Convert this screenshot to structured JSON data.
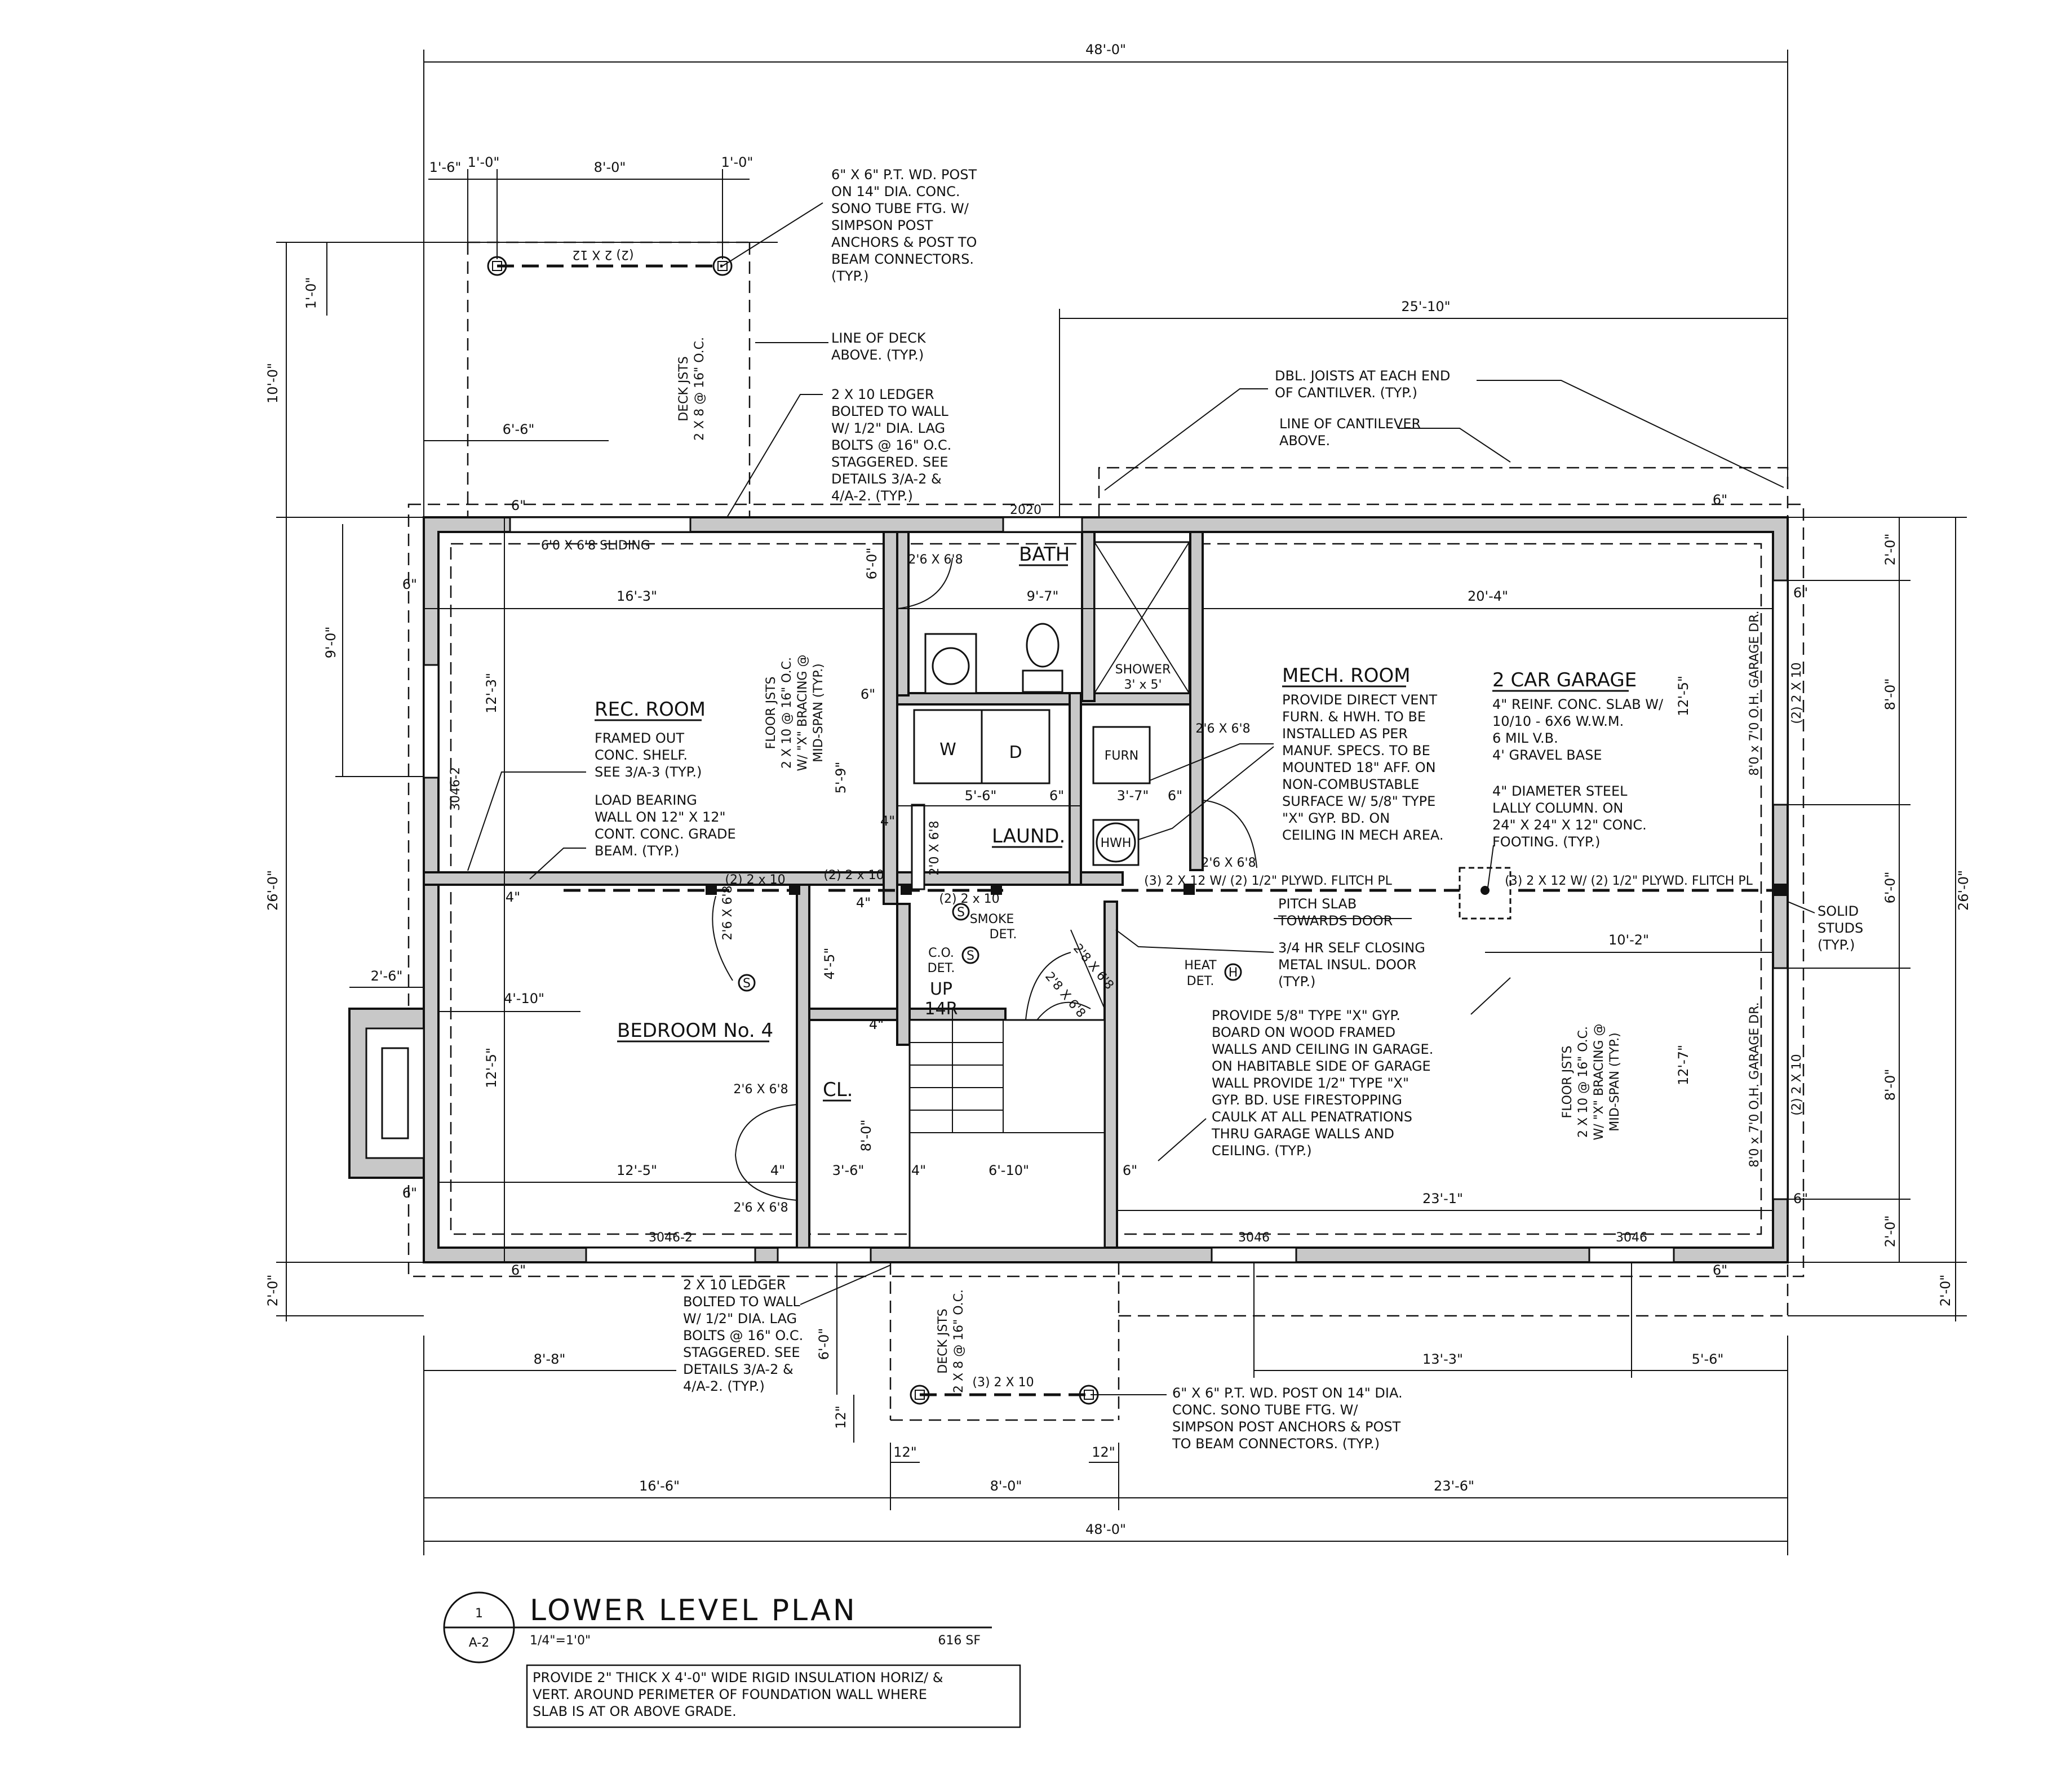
{
  "dims": {
    "overall_top": "48'-0\"",
    "overall_bottom": "48'-0\"",
    "deck_left_1_6": "1'-6\"",
    "deck_1_0_a": "1'-0\"",
    "deck_8_0": "8'-0\"",
    "deck_1_0_b": "1'-0\"",
    "deck_vert_1_0": "1'-0\"",
    "deck_depth_10_0": "10'-0\"",
    "deck_6_6": "6'-6\"",
    "cantilever_25_10": "25'-10\"",
    "left_9_0": "9'-0\"",
    "left_26_0": "26'-0\"",
    "left_2_0": "2'-0\"",
    "right_26_0": "26'-0\"",
    "right_2_0_top": "2'-0\"",
    "right_8_0_top": "8'-0\"",
    "right_6_0": "6'-0\"",
    "right_8_0_bot": "8'-0\"",
    "right_2_0_bot": "2'-0\"",
    "right_2_0_outer": "2'-0\"",
    "rec_16_3": "16'-3\"",
    "bath_9_7": "9'-7\"",
    "garage_20_4": "20'-4\"",
    "rec_12_3": "12'-3\"",
    "bath_6_0": "6'-0\"",
    "laund_5_6": "5'-6\"",
    "laund_6": "6\"",
    "mech_3_7": "3'-7\"",
    "mech_6": "6\"",
    "hall_5_9": "5'-9\"",
    "hall_4_5": "4'-5\"",
    "bed_4_10": "4'-10\"",
    "bed_12_5_v": "12'-5\"",
    "bed_12_5_h": "12'-5\"",
    "cl_8_0": "8'-0\"",
    "cl_3_6": "3'-6\"",
    "stair_6_10": "6'-10\"",
    "garage_23_1": "23'-1\"",
    "garage_12_5": "12'-5\"",
    "garage_12_7": "12'-7\"",
    "garage_10_2": "10'-2\"",
    "fp_2_6": "2'-6\"",
    "bot_8_8": "8'-8\"",
    "bot_13_3": "13'-3\"",
    "bot_5_6": "5'-6\"",
    "bot_6_0": "6'-0\"",
    "bot_12_a": "12\"",
    "bot_12_b": "12\"",
    "bot_12_c": "12\"",
    "bot_16_6": "16'-6\"",
    "bot_8_0": "8'-0\"",
    "bot_23_6": "23'-6\"",
    "six_a": "6\"",
    "six_b": "6\"",
    "six_c": "6\"",
    "six_d": "6\"",
    "six_e": "6\"",
    "six_f": "6\"",
    "six_g": "6\"",
    "six_h": "6\"",
    "six_i": "6\"",
    "six_j": "6\"",
    "four_a": "4\"",
    "four_b": "4\"",
    "four_c": "4\"",
    "four_d": "4\"",
    "four_e": "4\"",
    "four_f": "4\""
  },
  "notes": {
    "post_top": [
      "6\" X 6\" P.T. WD. POST",
      "ON 14\" DIA. CONC.",
      "SONO TUBE FTG. W/",
      "SIMPSON POST",
      "ANCHORS & POST TO",
      "BEAM CONNECTORS.",
      "(TYP.)"
    ],
    "deck_line": [
      "LINE OF DECK",
      "ABOVE. (TYP.)"
    ],
    "ledger_top": [
      "2 X 10 LEDGER",
      "BOLTED TO WALL",
      "W/ 1/2\" DIA. LAG",
      "BOLTS @ 16\" O.C.",
      "STAGGERED. SEE",
      "DETAILS 3/A-2 &",
      "4/A-2. (TYP.)"
    ],
    "dbl_joists": [
      "DBL. JOISTS AT EACH END",
      "OF CANTILVER. (TYP.)"
    ],
    "cantilever": [
      "LINE OF CANTILEVER",
      "ABOVE."
    ],
    "rec_room_note": [
      "FRAMED OUT",
      "CONC. SHELF.",
      "SEE 3/A-3 (TYP.)"
    ],
    "load_bearing": [
      "LOAD BEARING",
      "WALL ON 12\" X 12\"",
      "CONT. CONC. GRADE",
      "BEAM. (TYP.)"
    ],
    "mech_note": [
      "PROVIDE DIRECT VENT",
      "FURN. & HWH. TO BE",
      "INSTALLED AS PER",
      "MANUF. SPECS. TO BE",
      "MOUNTED 18\" AFF. ON",
      "NON-COMBUSTABLE",
      "SURFACE W/ 5/8\" TYPE",
      "\"X\" GYP. BD. ON",
      "CEILING IN MECH AREA."
    ],
    "garage_note": [
      "4\" REINF. CONC. SLAB W/",
      "10/10 - 6X6 W.W.M.",
      "6 MIL V.B.",
      "4' GRAVEL BASE"
    ],
    "lally": [
      "4\" DIAMETER STEEL",
      "LALLY COLUMN. ON",
      "24\" X 24\" X 12\" CONC.",
      "FOOTING. (TYP.)"
    ],
    "pitch_slab": [
      "PITCH SLAB",
      "TOWARDS DOOR"
    ],
    "door_note": [
      "3/4 HR SELF CLOSING",
      "METAL INSUL. DOOR",
      "(TYP.)"
    ],
    "gyp_note": [
      "PROVIDE 5/8\" TYPE \"X\" GYP.",
      "BOARD ON WOOD FRAMED",
      "WALLS AND CEILING IN GARAGE.",
      "ON HABITABLE SIDE OF GARAGE",
      "WALL PROVIDE 1/2\" TYPE \"X\"",
      "GYP. BD. USE FIRESTOPPING",
      "CAULK AT ALL PENATRATIONS",
      "THRU GARAGE WALLS AND",
      "CEILING. (TYP.)"
    ],
    "solid_studs": [
      "SOLID",
      "STUDS",
      "(TYP.)"
    ],
    "ledger_bot": [
      "2 X 10 LEDGER",
      "BOLTED TO WALL",
      "W/ 1/2\" DIA. LAG",
      "BOLTS @ 16\" O.C.",
      "STAGGERED. SEE",
      "DETAILS 3/A-2 &",
      "4/A-2. (TYP.)"
    ],
    "post_bot": [
      "6\" X 6\" P.T. WD. POST ON 14\" DIA.",
      "CONC. SONO TUBE FTG. W/",
      "SIMPSON POST ANCHORS & POST",
      "TO BEAM CONNECTORS. (TYP.)"
    ],
    "insulation": [
      "PROVIDE 2\" THICK X 4'-0\" WIDE RIGID INSULATION HORIZ/ &",
      "VERT. AROUND PERIMETER OF FOUNDATION WALL WHERE",
      "SLAB IS AT OR ABOVE GRADE."
    ]
  },
  "labels": {
    "deck_beam_top": "(2) 2 X 12",
    "deck_joists_top": [
      "DECK JSTS",
      "2 X 8 @ 16\" O.C."
    ],
    "window_2020": "2020",
    "sliding": "6'0 X 6'8 SLIDING",
    "bath_door": "2'6 X 6'8",
    "floor_jsts_left": [
      "FLOOR JSTS",
      "2 X 10 @ 16\" O.C.",
      "W/ \"X\" BRACING @",
      "MID-SPAN (TYP.)"
    ],
    "shower": [
      "SHOWER",
      "3' x 5'"
    ],
    "washer": "W",
    "dryer": "D",
    "furn": "FURN",
    "hwh": "HWH",
    "mech_door": "2'6 X 6'8",
    "window_3046_2_left": "3046-2",
    "hdr_2x10_a": "(2) 2 x 10",
    "hdr_2x10_b": "(2) 2 x 10",
    "hdr_2x10_c": "(2) 2 x 10",
    "laund_door": "2'0 X 6'8",
    "mech_door2": "2'6 X 6'8",
    "flitch_left": "(3) 2 X 12 W/ (2) 1/2\" PLYWD. FLITCH PL",
    "flitch_right": "(3) 2 X 12 W/ (2) 1/2\" PLYWD. FLITCH PL",
    "bed_door": "2'6 X 6'8",
    "smoke": [
      "SMOKE",
      "DET."
    ],
    "smoke_sym": "S",
    "co": [
      "C.O.",
      "DET."
    ],
    "co_sym": "S",
    "up": [
      "UP",
      "14R"
    ],
    "stair_door_a": "2'8 X 6'8",
    "stair_door_b": "2'8 X 6'8",
    "heat": [
      "HEAT",
      "DET."
    ],
    "heat_sym": "H",
    "bed_smoke_sym": "S",
    "cl_door_a": "2'6 X 6'8",
    "cl_door_b": "2'6 X 6'8",
    "window_3046_2_bot": "3046-2",
    "window_3046_a": "3046",
    "window_3046_b": "3046",
    "garage_door_top": "8'0 x 7'0 O.H. GARAGE DR.",
    "garage_hdr_top": "(2) 2 X 10",
    "garage_door_bot": "8'0 x 7'0 O.H. GARAGE DR.",
    "garage_hdr_bot": "(2) 2 X 10",
    "floor_jsts_right": [
      "FLOOR JSTS",
      "2 X 10 @ 16\" O.C.",
      "W/ \"X\" BRACING @",
      "MID-SPAN (TYP.)"
    ],
    "deck_joists_bot": [
      "DECK JSTS",
      "2 X 8 @ 16\" O.C."
    ],
    "deck_beam_bot": "(3) 2 X 10"
  },
  "rooms": {
    "rec": "REC. ROOM",
    "bath": "BATH",
    "mech": "MECH. ROOM",
    "garage": "2 CAR GARAGE",
    "laund": "LAUND.",
    "bedroom": "BEDROOM No. 4",
    "cl": "CL."
  },
  "title_block": {
    "detail_no": "1",
    "sheet": "A-2",
    "title": "LOWER LEVEL PLAN",
    "scale": "1/4\"=1'0\"",
    "area": "616 SF"
  }
}
